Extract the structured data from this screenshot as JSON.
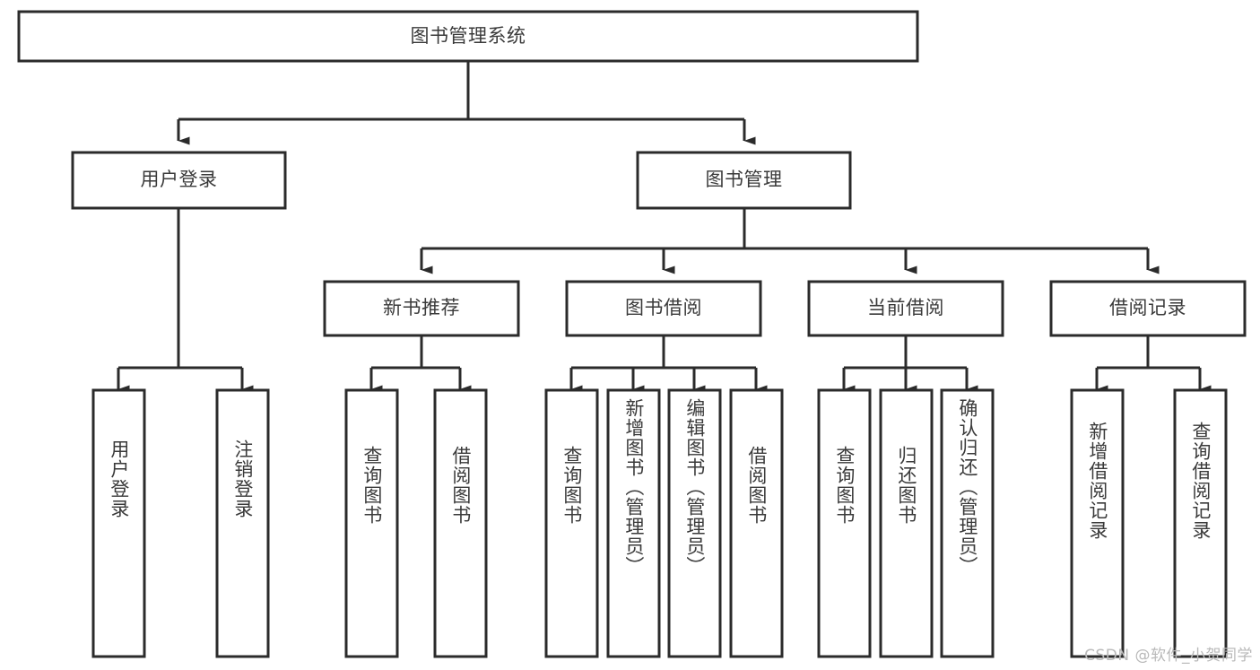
{
  "diagram": {
    "type": "tree-hierarchy-diagram",
    "title": "图书管理系统",
    "watermark": "CSDN @软件_小贺同学",
    "colors": {
      "background": "#ffffff",
      "box_fill": "#ffffff",
      "box_stroke": "#2b2b2b",
      "text": "#3a3a3a",
      "watermark": "#b9b9b9"
    },
    "levels": {
      "level1": [
        {
          "id": "root",
          "label": "图书管理系统",
          "orientation": "horizontal"
        }
      ],
      "level2": [
        {
          "id": "user-login",
          "label": "用户登录",
          "orientation": "horizontal"
        },
        {
          "id": "book-management",
          "label": "图书管理",
          "orientation": "horizontal"
        }
      ],
      "level3": [
        {
          "id": "new-book-recommend",
          "label": "新书推荐",
          "orientation": "horizontal"
        },
        {
          "id": "book-borrow",
          "label": "图书借阅",
          "orientation": "horizontal"
        },
        {
          "id": "current-borrow",
          "label": "当前借阅",
          "orientation": "horizontal"
        },
        {
          "id": "borrow-record",
          "label": "借阅记录",
          "orientation": "horizontal"
        }
      ],
      "level4": [
        {
          "id": "leaf-user-login",
          "label": "用户登录",
          "orientation": "vertical",
          "parent": "user-login"
        },
        {
          "id": "leaf-logout-login",
          "label": "注销登录",
          "orientation": "vertical",
          "parent": "user-login"
        },
        {
          "id": "leaf-query-book-1",
          "label": "查询图书",
          "orientation": "vertical",
          "parent": "new-book-recommend"
        },
        {
          "id": "leaf-borrow-book-1",
          "label": "借阅图书",
          "orientation": "vertical",
          "parent": "new-book-recommend"
        },
        {
          "id": "leaf-query-book-2",
          "label": "查询图书",
          "orientation": "vertical",
          "parent": "book-borrow"
        },
        {
          "id": "leaf-add-book",
          "label": "新增图书（管理员）",
          "orientation": "vertical",
          "parent": "book-borrow"
        },
        {
          "id": "leaf-edit-book",
          "label": "编辑图书（管理员）",
          "orientation": "vertical",
          "parent": "book-borrow"
        },
        {
          "id": "leaf-borrow-book-2",
          "label": "借阅图书",
          "orientation": "vertical",
          "parent": "book-borrow"
        },
        {
          "id": "leaf-query-book-3",
          "label": "查询图书",
          "orientation": "vertical",
          "parent": "current-borrow"
        },
        {
          "id": "leaf-return-book",
          "label": "归还图书",
          "orientation": "vertical",
          "parent": "current-borrow"
        },
        {
          "id": "leaf-confirm-return",
          "label": "确认归还（管理员）",
          "orientation": "vertical",
          "parent": "current-borrow"
        },
        {
          "id": "leaf-add-record",
          "label": "新增借阅记录",
          "orientation": "vertical",
          "parent": "borrow-record"
        },
        {
          "id": "leaf-query-record",
          "label": "查询借阅记录",
          "orientation": "vertical",
          "parent": "borrow-record"
        }
      ]
    }
  }
}
